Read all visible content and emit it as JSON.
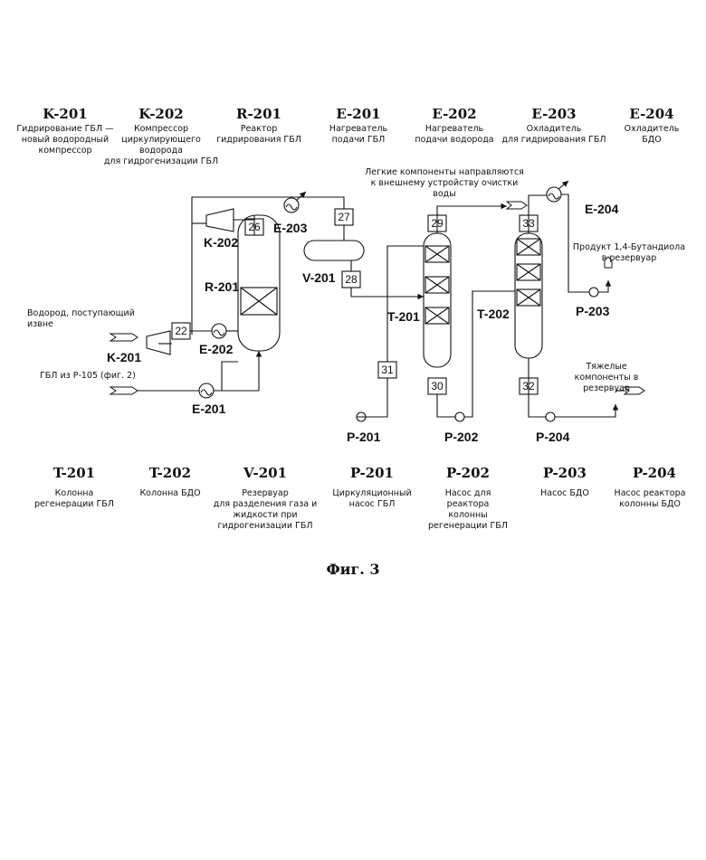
{
  "legend_top": [
    {
      "code": "K-201",
      "desc": "Гидрирование ГБЛ —\nновый водородный\nкомпрессор"
    },
    {
      "code": "K-202",
      "desc": "Компрессор\nциркулирующего\nводорода\nдля гидрогенизации ГБЛ"
    },
    {
      "code": "R-201",
      "desc": "Реактор\nгидрирования ГБЛ"
    },
    {
      "code": "E-201",
      "desc": "Нагреватель\nподачи ГБЛ"
    },
    {
      "code": "E-202",
      "desc": "Нагреватель\nподачи водорода"
    },
    {
      "code": "E-203",
      "desc": "Охладитель\nдля гидрирования ГБЛ"
    },
    {
      "code": "E-204",
      "desc": "Охладитель\nБДО"
    }
  ],
  "legend_bottom": [
    {
      "code": "T-201",
      "desc": "Колонна\nрегенерации ГБЛ"
    },
    {
      "code": "T-202",
      "desc": "Колонна БДО"
    },
    {
      "code": "V-201",
      "desc": "Резервуар\nдля разделения газа и\nжидкости при\nгидрогенизации ГБЛ"
    },
    {
      "code": "P-201",
      "desc": "Циркуляционный\nнасос ГБЛ"
    },
    {
      "code": "P-202",
      "desc": "Насос для\nреактора\nколонны\nрегенерации ГБЛ"
    },
    {
      "code": "P-203",
      "desc": "Насос БДО"
    },
    {
      "code": "P-204",
      "desc": "Насос реактора\nколонны БДО"
    }
  ],
  "diagram": {
    "equipment_labels": {
      "k202": "K-202",
      "e203": "E-203",
      "r201": "R-201",
      "v201": "V-201",
      "t201": "T-201",
      "t202": "T-202",
      "e204": "E-204",
      "k201": "K-201",
      "e202": "E-202",
      "e201": "E-201",
      "p201": "P-201",
      "p202": "P-202",
      "p203": "P-203",
      "p204": "P-204"
    },
    "streams": {
      "s22": "22",
      "s26": "26",
      "s27": "27",
      "s28": "28",
      "s29": "29",
      "s30": "30",
      "s31": "31",
      "s32": "32",
      "s33": "33"
    },
    "notes": {
      "hydrogen": "Водород, поступающий извне",
      "gbl_in": "ГБЛ из Р-105 (фиг. 2)",
      "light": "Легкие компоненты направляются\nк внешнему устройству очистки воды",
      "product": "Продукт 1,4-Бутандиола\nв резервуар",
      "heavy": "Тяжелые\nкомпоненты в резервуар"
    }
  },
  "figure_caption": "Фиг. 3"
}
